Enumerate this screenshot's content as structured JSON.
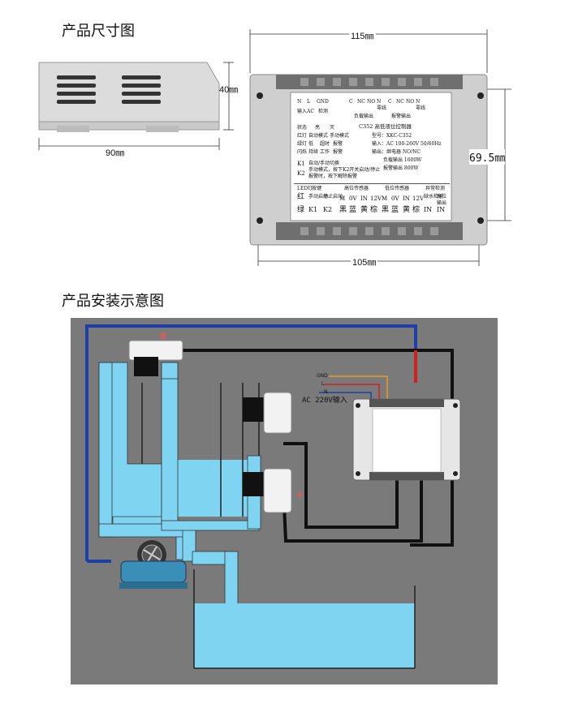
{
  "section1_title": "产品尺寸图",
  "section2_title": "产品安装示意图",
  "dimensions": {
    "small_width": "90㎜",
    "small_height": "40㎜",
    "top_width": "115㎜",
    "right_height": "69.5㎜",
    "bottom_width": "105㎜"
  },
  "panel": {
    "n": "N",
    "l": "L",
    "gnd": "GND",
    "input_ac": "输入AC",
    "detect": "检测",
    "relay_labels": [
      "C",
      "NC",
      "NO",
      "N"
    ],
    "zero": "零线",
    "load_out": "负载输出",
    "alarm_out": "报警输出",
    "model_title": "C352 高低液位控制器",
    "model_line": "型号：XKC-C352",
    "input_line": "输入：AC 100-260V 50/60Hz",
    "output_line": "输出：继电器 NO/NC",
    "load_power": "负载输出 1600W",
    "alarm_power": "报警输出 800W",
    "status_row1": [
      "状态",
      "亮",
      "灭"
    ],
    "status_row2": [
      "红灯",
      "自动模式",
      "手动模式"
    ],
    "status_row3": [
      "绿灯",
      "低",
      "超时",
      "报警"
    ],
    "status_row3b": [
      "闪烁",
      "持续",
      "工作",
      "报警"
    ],
    "k1": "K1",
    "k2": "K2",
    "k1_desc": "自动/手动切换",
    "k2_desc_a": "手动模式，按下K2开关启动/停止",
    "k2_desc_b": "报警时，按下解除报警",
    "grid_header": [
      "LED灯",
      "按键",
      "高位传感器",
      "低位传感器",
      "异常检测"
    ],
    "grid_row_a": [
      "红",
      "手动启动",
      "停止启动",
      "M",
      "0V",
      "IN",
      "12V",
      "M",
      "0V",
      "IN",
      "12V",
      "缺水检测",
      "高位输出"
    ],
    "grid_row_b": [
      "绿",
      "K1",
      "K2",
      "黑",
      "蓝",
      "黄",
      "棕",
      "黑",
      "蓝",
      "黄",
      "棕",
      "IN",
      "IN"
    ]
  },
  "install": {
    "wire_gnd": "GND",
    "wire_l": "L",
    "wire_n": "N",
    "ac_input": "AC 220V输入"
  },
  "colors": {
    "water": "#7fd4f2",
    "wall": "#777777",
    "board": "#e8e8e8",
    "wire_blue": "#1f3fa8",
    "wire_black": "#111111",
    "wire_red": "#cc2222"
  }
}
